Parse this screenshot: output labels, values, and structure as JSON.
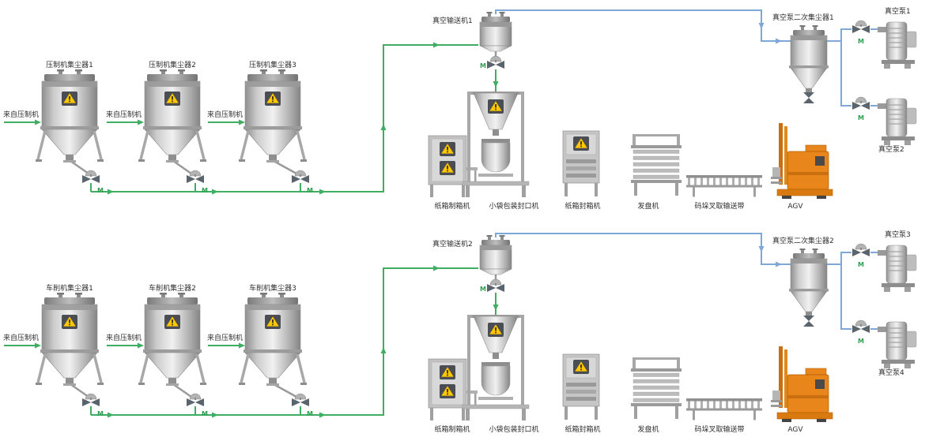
{
  "colors": {
    "pipe_suction_green": "#3fae62",
    "pipe_vacuum_blue": "#7fa8d8",
    "agv_orange": "#e8861c",
    "warning_yellow": "#ffc800",
    "metal_gray": "#c9c9c9"
  },
  "legend": {
    "motor_label": "M"
  },
  "top": {
    "collectors": [
      {
        "label": "压制机集尘器1",
        "source": "来自压制机"
      },
      {
        "label": "压制机集尘器2",
        "source": "来自压制机"
      },
      {
        "label": "压制机集尘器3",
        "source": "来自压制机"
      }
    ],
    "conveyor_label": "真空输送机1",
    "secondary_collector_label": "真空泵二次集尘器1",
    "pump_labels": [
      "真空泵1",
      "真空泵2"
    ],
    "machine_labels": [
      "纸箱制箱机",
      "小袋包装封口机",
      "纸箱封箱机",
      "发盘机",
      "码垛叉取输送带",
      "AGV"
    ]
  },
  "bottom": {
    "collectors": [
      {
        "label": "车削机集尘器1",
        "source": "来自压制机"
      },
      {
        "label": "车削机集尘器2",
        "source": "来自压制机"
      },
      {
        "label": "车削机集尘器3",
        "source": "来自压制机"
      }
    ],
    "conveyor_label": "真空输送机2",
    "secondary_collector_label": "真空泵二次集尘器2",
    "pump_labels": [
      "真空泵3",
      "真空泵4"
    ],
    "machine_labels": [
      "纸箱制箱机",
      "小袋包装封口机",
      "纸箱封箱机",
      "发盘机",
      "码垛叉取输送带",
      "AGV"
    ]
  }
}
